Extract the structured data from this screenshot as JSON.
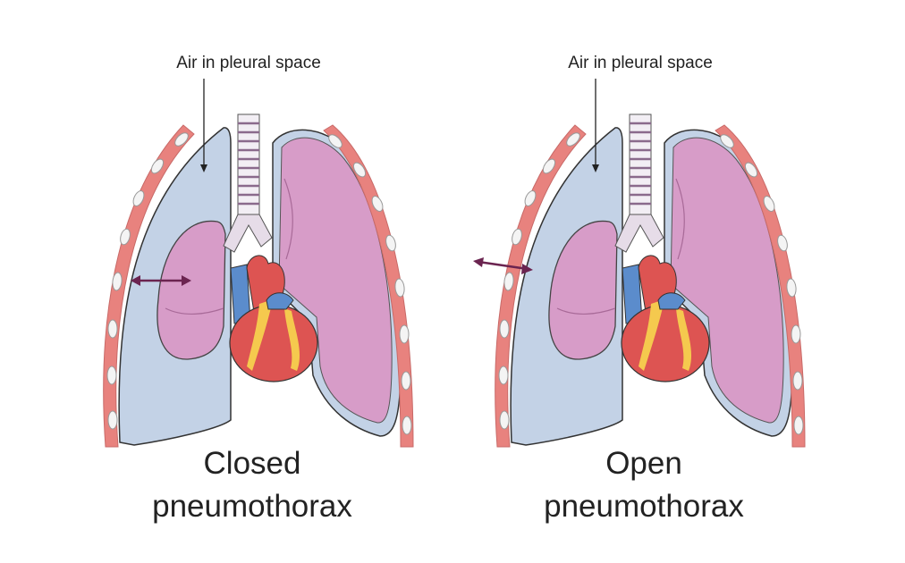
{
  "panels": [
    {
      "id": "closed",
      "annotation": "Air in pleural space",
      "title_line1": "Closed",
      "title_line2": "pneumothorax"
    },
    {
      "id": "open",
      "annotation": "Air in pleural space",
      "title_line1": "Open",
      "title_line2": "pneumothorax"
    }
  ],
  "colors": {
    "pleural_air": "#c3d2e6",
    "lung": "#d79cc8",
    "chest_wall": "#e8827e",
    "heart": "#dd5452",
    "vessel_blue": "#5b8ccc",
    "fat": "#f5c94e",
    "arrow": "#6b2450"
  }
}
